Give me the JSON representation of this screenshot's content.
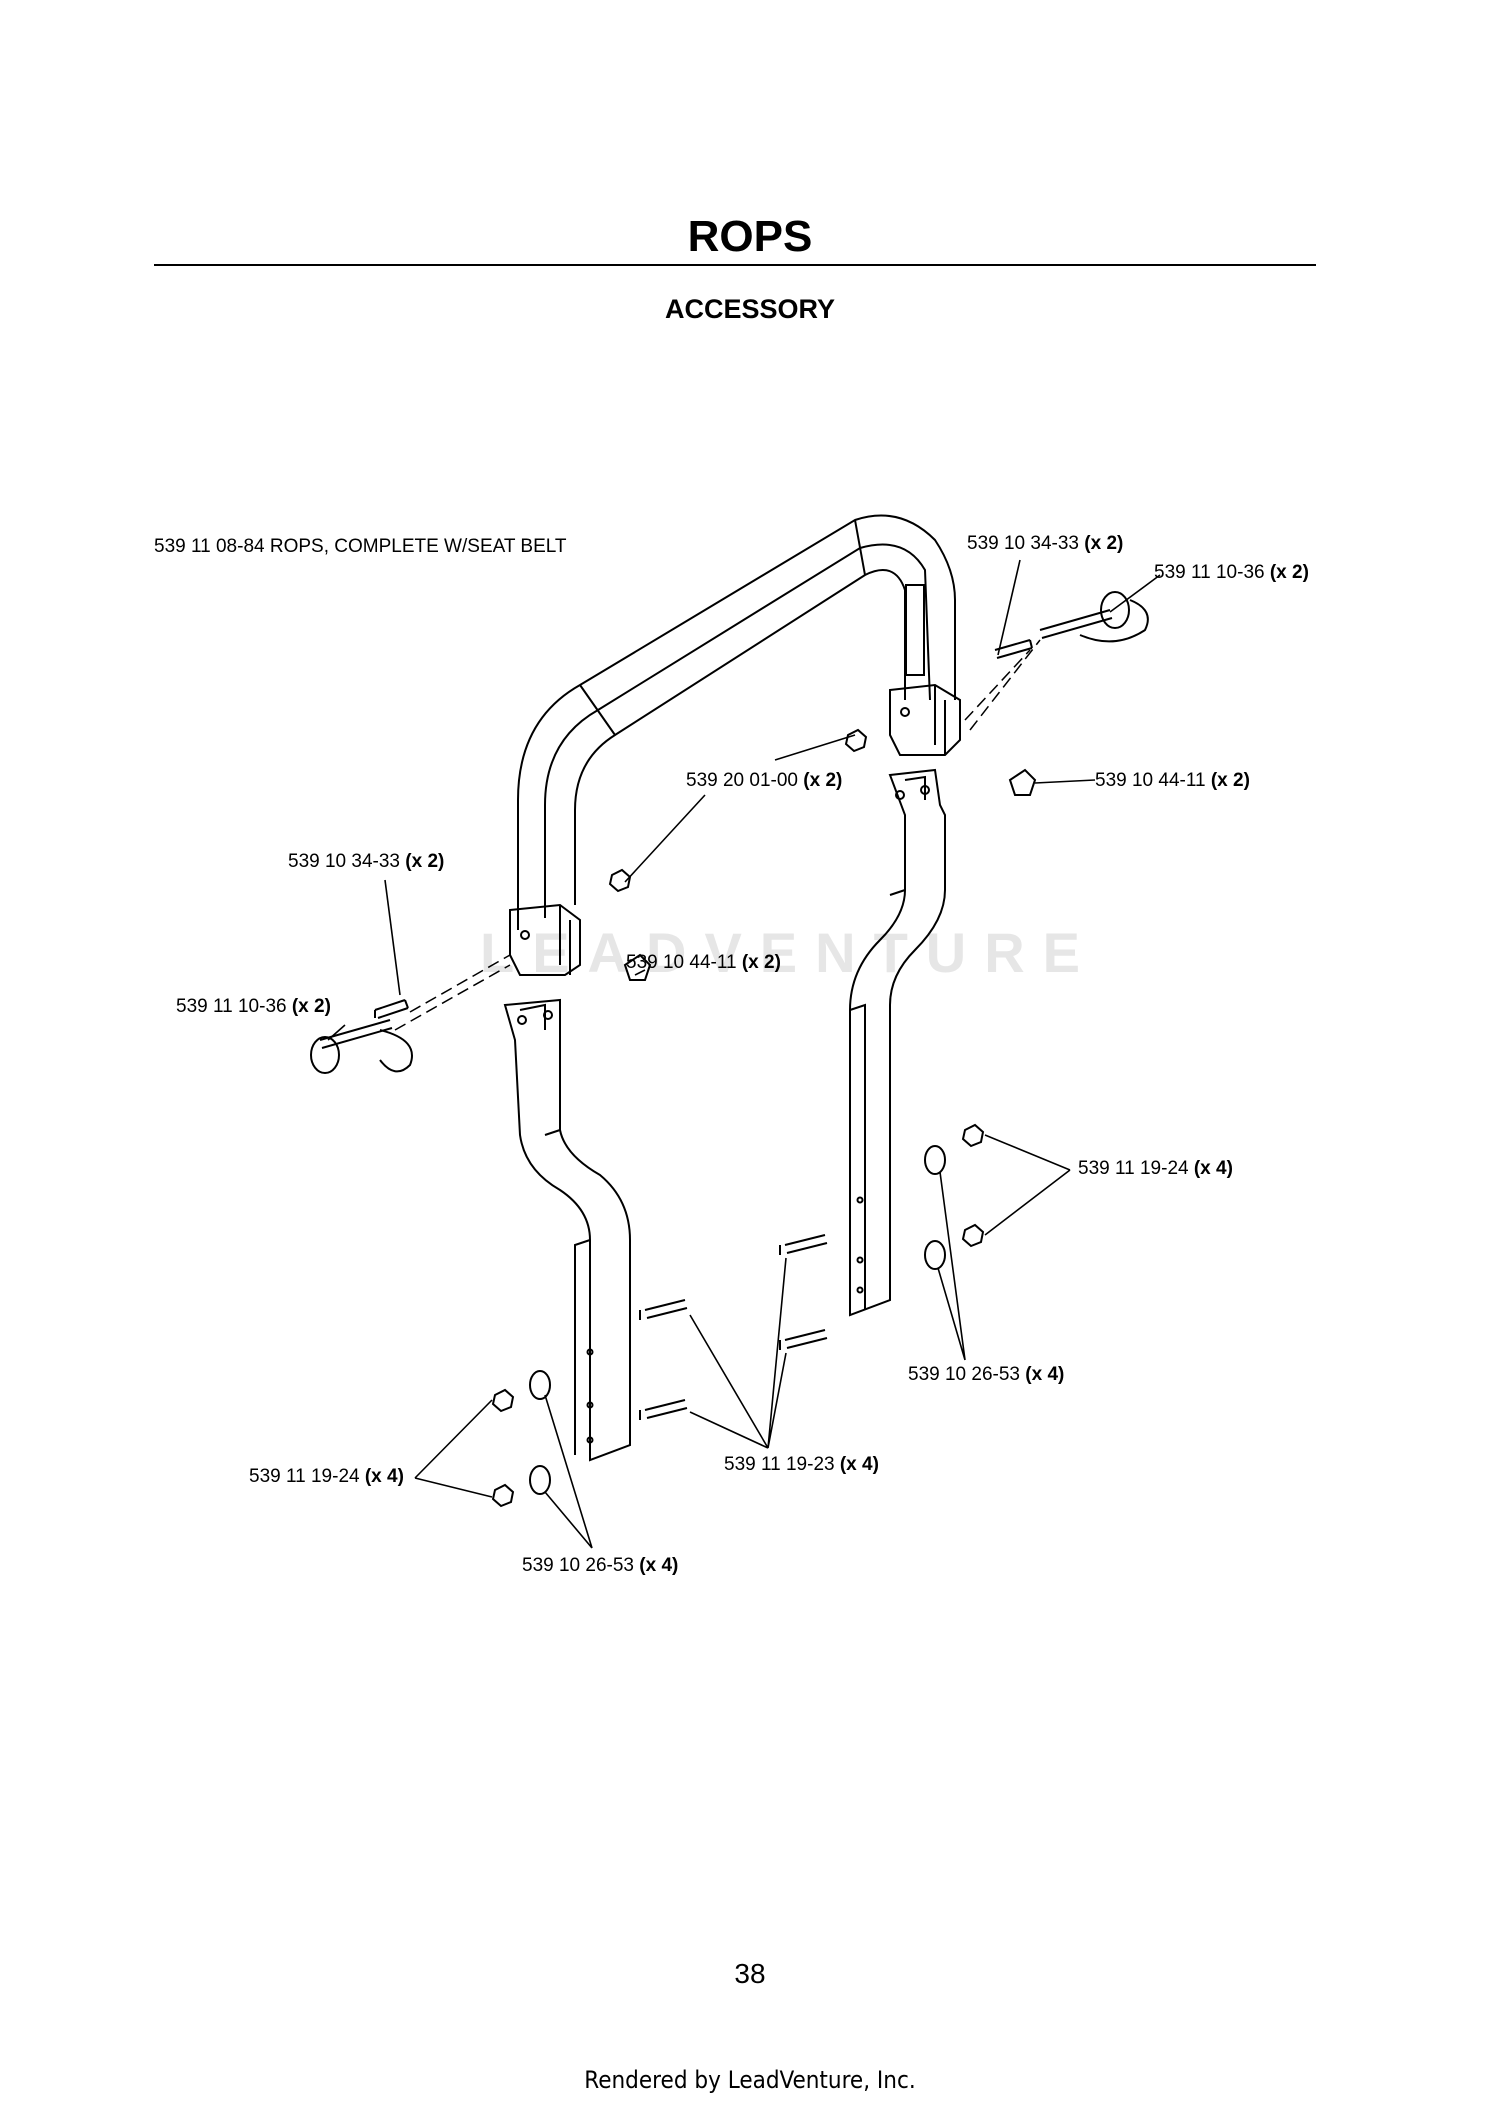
{
  "header": {
    "title": "ROPS",
    "subtitle": "ACCESSORY"
  },
  "assembly_label": "539 11 08-84 ROPS, COMPLETE W/SEAT BELT",
  "callouts": [
    {
      "part": "539 10 34-33",
      "qty": "(x 2)"
    },
    {
      "part": "539 11 10-36",
      "qty": "(x 2)"
    },
    {
      "part": "539 20 01-00",
      "qty": "(x 2)"
    },
    {
      "part": "539 10 44-11",
      "qty": "(x 2)"
    },
    {
      "part": "539 10 34-33",
      "qty": "(x 2)"
    },
    {
      "part": "539 10 44-11",
      "qty": "(x 2)"
    },
    {
      "part": "539 11 10-36",
      "qty": "(x 2)"
    },
    {
      "part": "539 11 19-24",
      "qty": "(x 4)"
    },
    {
      "part": "539 10 26-53",
      "qty": "(x 4)"
    },
    {
      "part": "539 11 19-23",
      "qty": "(x 4)"
    },
    {
      "part": "539 11 19-24",
      "qty": "(x 4)"
    },
    {
      "part": "539 10 26-53",
      "qty": "(x 4)"
    }
  ],
  "watermark": "LEADVENTURE",
  "page_number": "38",
  "footer": "Rendered by LeadVenture, Inc."
}
